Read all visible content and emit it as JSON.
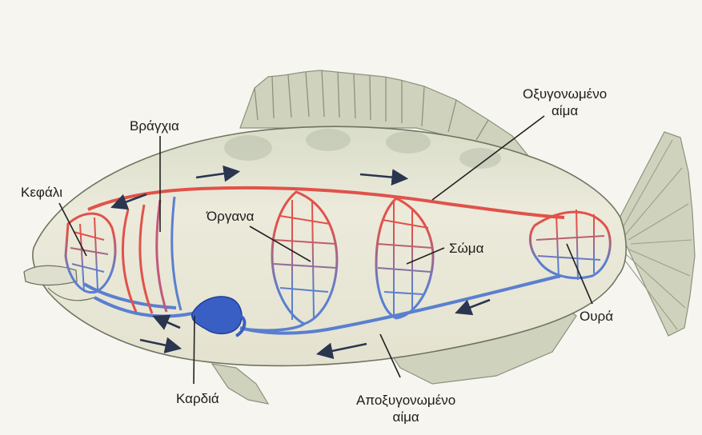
{
  "labels": {
    "head": "Κεφάλι",
    "gills": "Βράγχια",
    "organs": "Όργανα",
    "body": "Σώμα",
    "tail": "Ουρά",
    "heart": "Καρδιά",
    "oxygenated_line1": "Οξυγονωμένο",
    "oxygenated_line2": "αίμα",
    "deoxygenated_line1": "Αποξυγονωμένο",
    "deoxygenated_line2": "αίμα"
  },
  "colors": {
    "oxygenated_blood": "#e0524a",
    "deoxygenated_blood": "#5a7fd0",
    "heart": "#3a5fc4",
    "fish_body": "#e7e6d2",
    "fin": "#cfd3bd"
  }
}
